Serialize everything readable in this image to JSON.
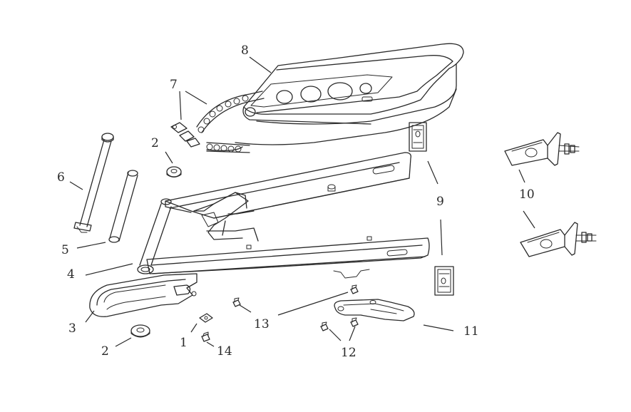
{
  "callouts": [
    {
      "id": "c8",
      "text": "8"
    },
    {
      "id": "c7",
      "text": "7"
    },
    {
      "id": "c2a",
      "text": "2"
    },
    {
      "id": "c6",
      "text": "6"
    },
    {
      "id": "c5",
      "text": "5"
    },
    {
      "id": "c4",
      "text": "4"
    },
    {
      "id": "c3",
      "text": "3"
    },
    {
      "id": "c2b",
      "text": "2"
    },
    {
      "id": "c1",
      "text": "1"
    },
    {
      "id": "c14",
      "text": "14"
    },
    {
      "id": "c13",
      "text": "13"
    },
    {
      "id": "c12",
      "text": "12"
    },
    {
      "id": "c11",
      "text": "11"
    },
    {
      "id": "c9",
      "text": "9"
    },
    {
      "id": "c10",
      "text": "10"
    }
  ]
}
